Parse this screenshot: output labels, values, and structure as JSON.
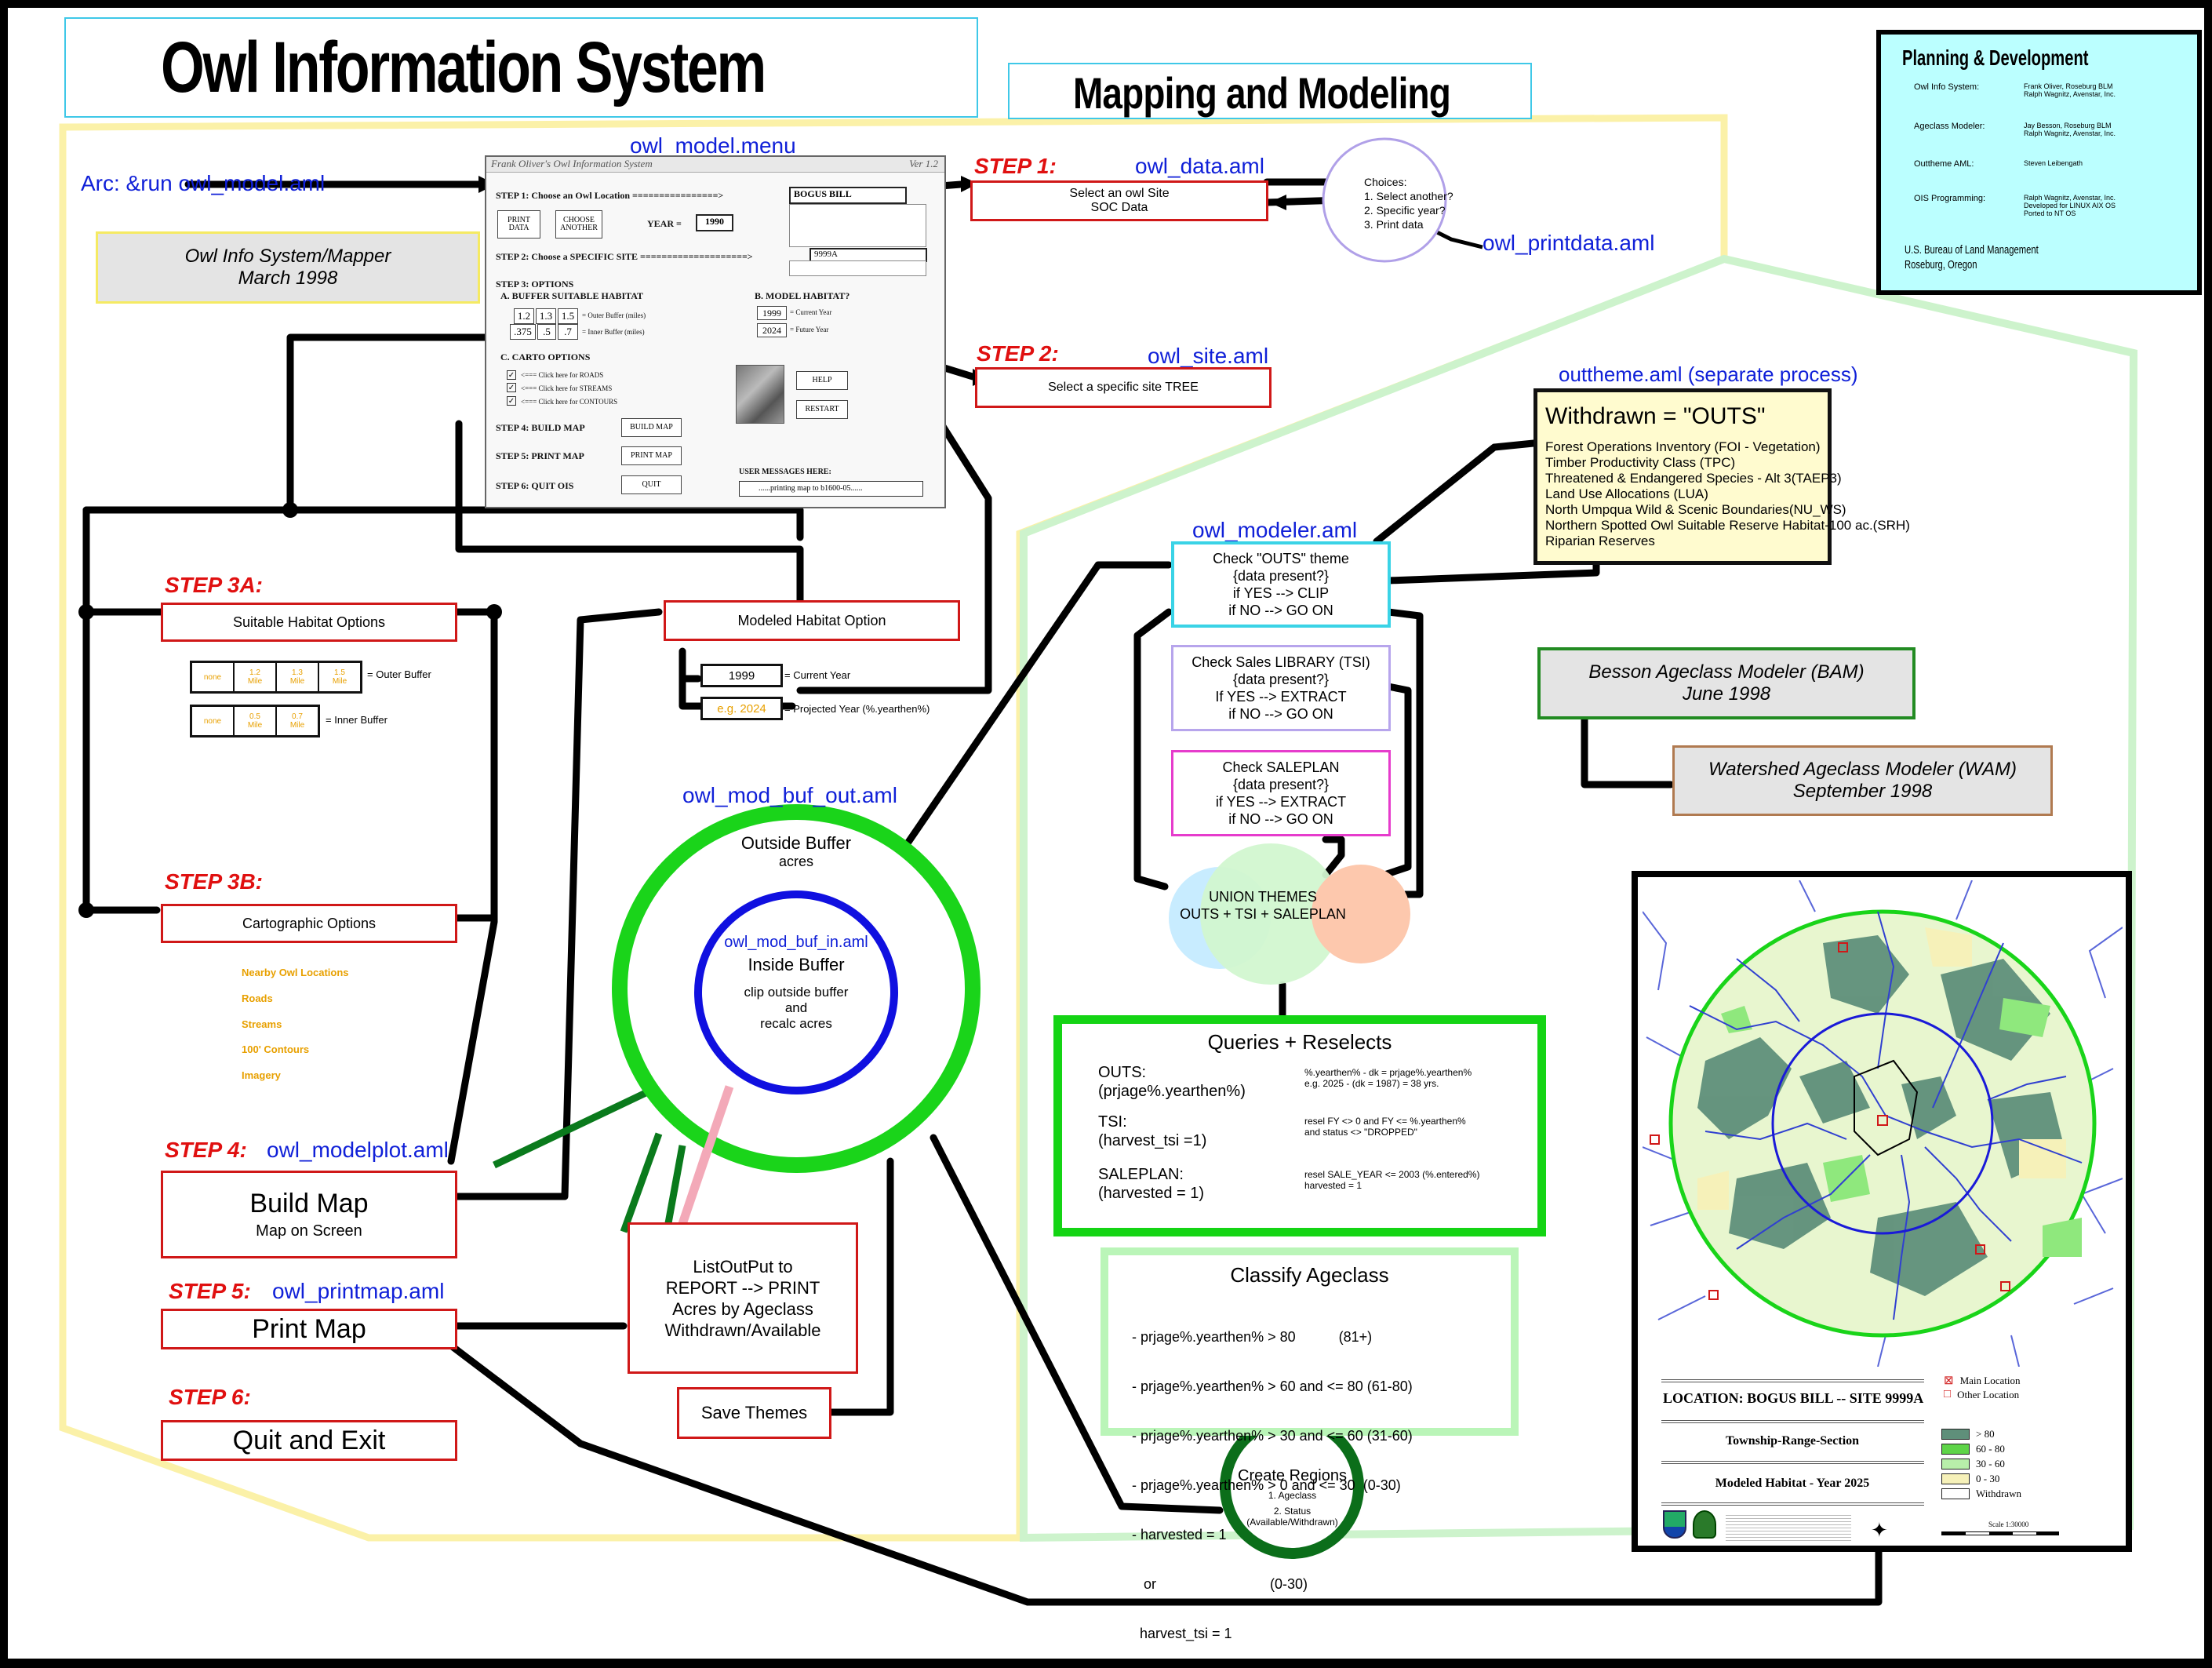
{
  "titles": {
    "main": "Owl Information System",
    "sub": "Mapping and Modeling"
  },
  "planning": {
    "title": "Planning & Development",
    "rows": [
      {
        "role": "Owl Info System:",
        "people": "Frank Oliver, Roseburg BLM\nRalph Wagnitz, Avenstar, Inc."
      },
      {
        "role": "Ageclass Modeler:",
        "people": "Jay Besson, Roseburg BLM\nRalph Wagnitz, Avenstar, Inc."
      },
      {
        "role": "Outtheme AML:",
        "people": "Steven Leibengath"
      },
      {
        "role": "OIS Programming:",
        "people": "Ralph Wagnitz, Avenstar, Inc.\nDeveloped for LINUX AIX OS\nPorted to NT OS"
      }
    ],
    "agency": "U.S. Bureau of Land Management\nRoseburg, Oregon"
  },
  "left": {
    "arc_run": "Arc: &run owl_model.aml",
    "mapper_title": "Owl Info System/Mapper",
    "mapper_date": "March 1998",
    "suitable_habitat": "Suitable Habitat Options",
    "outer_opts": [
      "none",
      "1.2\nMile",
      "1.3\nMile",
      "1.5\nMile"
    ],
    "outer_buffer": "= Outer Buffer",
    "inner_opts": [
      "none",
      "0.5\nMile",
      "0.7\nMile"
    ],
    "inner_buffer": "= Inner Buffer",
    "modeled_habitat": "Modeled Habitat Option",
    "current_year": "1999",
    "current_year_label": "= Current Year",
    "projected_year": "e.g. 2024",
    "projected_year_label": "= Projected Year (%.yearthen%)",
    "cartographic": "Cartographic Options",
    "carto_list": [
      "Nearby Owl Locations",
      "Roads",
      "Streams",
      "100' Contours",
      "Imagery"
    ],
    "build_map": "Build Map",
    "map_on_screen": "Map on Screen",
    "print_map": "Print Map",
    "quit_exit": "Quit and Exit"
  },
  "steps": {
    "s1": "STEP 1:",
    "s1_file": "owl_data.aml",
    "s2": "STEP 2:",
    "s2_file": "owl_site.aml",
    "s3a": "STEP 3A:",
    "s3b": "STEP 3B:",
    "s4": "STEP 4:",
    "s4_file": "owl_modelplot.aml",
    "s5": "STEP 5:",
    "s5_file": "owl_printmap.aml",
    "s6": "STEP 6:"
  },
  "menu": {
    "label": "owl_model.menu",
    "title": "Frank Oliver's Owl Information System",
    "version": "Ver 1.2",
    "step1": "STEP 1: Choose an Owl Location ================>",
    "location": "BOGUS BILL",
    "print_data": "PRINT DATA",
    "choose_another": "CHOOSE ANOTHER",
    "year_label": "YEAR =",
    "year": "1990",
    "step2": "STEP 2: Choose a SPECIFIC SITE ====================>",
    "site": "9999A",
    "step3": "STEP 3: OPTIONS",
    "buffer_habitat": "A. BUFFER SUITABLE HABITAT",
    "model_habitat": "B. MODEL HABITAT?",
    "outer": [
      "1.2",
      "1.3",
      "1.5"
    ],
    "outer_label": "= Outer Buffer (miles)",
    "inner": [
      ".375",
      ".5",
      ".7"
    ],
    "inner_label": "= Inner Buffer (miles)",
    "current_year": "1999",
    "current_year_label": "= Current Year",
    "future_year": "2024",
    "future_year_label": "= Future Year",
    "carto_options": "C. CARTO OPTIONS",
    "roads": "<=== Click here for ROADS",
    "streams": "<=== Click here for STREAMS",
    "contours": "<=== Click here for CONTOURS",
    "help": "HELP",
    "restart": "RESTART",
    "step4": "STEP 4: BUILD MAP",
    "build_map": "BUILD MAP",
    "step5": "STEP 5: PRINT MAP",
    "print_map": "PRINT MAP",
    "step6": "STEP 6: QUIT OIS",
    "quit": "QUIT",
    "user_messages": "USER MESSAGES HERE:",
    "message": "......printing map to b1600-05......"
  },
  "step1": {
    "line1": "Select an owl Site",
    "line2": "SOC Data"
  },
  "choices": {
    "title": "Choices:",
    "items": [
      "1. Select another?",
      "2. Specific year?",
      "3. Print data"
    ],
    "file": "owl_printdata.aml"
  },
  "step2": {
    "text": "Select a specific site TREE"
  },
  "outs": {
    "file": "outtheme.aml (separate process)",
    "title": "Withdrawn = \"OUTS\"",
    "items": [
      "Forest Operations Inventory (FOI - Vegetation)",
      "Timber Productivity Class (TPC)",
      "Threatened & Endangered Species - Alt 3(TAEP3)",
      "Land Use Allocations (LUA)",
      "North Umpqua Wild & Scenic Boundaries(NU_WS)",
      "Northern Spotted Owl Suitable Reserve Habitat-100 ac.(SRH)",
      "Riparian Reserves"
    ]
  },
  "modeler": {
    "file": "owl_modeler.aml",
    "outs": [
      "Check  \"OUTS\" theme",
      "{data present?}",
      "if YES --> CLIP",
      "if NO --> GO ON"
    ],
    "sales": [
      "Check Sales LIBRARY (TSI)",
      "{data present?}",
      "If YES --> EXTRACT",
      "if NO --> GO ON"
    ],
    "saleplan": [
      "Check SALEPLAN",
      "{data present?}",
      "if YES --> EXTRACT",
      "if NO --> GO ON"
    ],
    "union": [
      "UNION THEMES",
      "OUTS + TSI + SALEPLAN"
    ]
  },
  "queries": {
    "title": "Queries + Reselects",
    "rows": [
      {
        "label": "OUTS:\n(prjage%.yearthen%)",
        "detail": "%.yearthen% - dk = prjage%.yearthen%\ne.g. 2025 - (dk = 1987) = 38 yrs."
      },
      {
        "label": "TSI:\n(harvest_tsi =1)",
        "detail": "resel FY <> 0  and FY <= %.yearthen%\nand status <> \"DROPPED\""
      },
      {
        "label": "SALEPLAN:\n(harvested = 1)",
        "detail": "resel SALE_YEAR <= 2003 (%.entered%)\nharvested = 1"
      }
    ]
  },
  "classify": {
    "title": "Classify Ageclass",
    "lines": [
      "- prjage%.yearthen% > 80           (81+)",
      "- prjage%.yearthen% > 60 and <= 80 (61-80)",
      "- prjage%.yearthen% > 30 and <= 60 (31-60)",
      "- prjage%.yearthen% > 0 and <= 30  (0-30)",
      "- harvested = 1",
      "   or                             (0-30)",
      "  harvest_tsi = 1"
    ]
  },
  "regions": {
    "title": "Create Regions",
    "items": [
      "1. Ageclass",
      "2. Status\n(Available/Withdrawn)"
    ]
  },
  "buffer": {
    "out_file": "owl_mod_buf_out.aml",
    "outside": "Outside Buffer",
    "acres": "acres",
    "in_file": "owl_mod_buf_in.aml",
    "inside": "Inside Buffer",
    "lines": [
      "clip outside buffer",
      "and",
      "recalc acres"
    ]
  },
  "listout": [
    "ListOutPut to",
    "REPORT --> PRINT",
    "Acres by Ageclass",
    "Withdrawn/Available"
  ],
  "save_themes": "Save Themes",
  "bam": {
    "title": "Besson Ageclass Modeler (BAM)",
    "date": "June 1998"
  },
  "wam": {
    "title": "Watershed Ageclass Modeler (WAM)",
    "date": "September 1998"
  },
  "map": {
    "location": "LOCATION:  BOGUS BILL -- SITE 9999A",
    "trs": "Township-Range-Section",
    "modeled": "Modeled Habitat - Year 2025",
    "legend_main": "Main Location",
    "legend_other": "Other Location",
    "classes": [
      "> 80",
      "60 - 80",
      "30 - 60",
      "0 - 30",
      "Withdrawn"
    ],
    "scale": "Scale 1:30000"
  },
  "colors": {
    "step_red": "#e01010",
    "file_blue": "#1020d8",
    "buffer_green": "#1ad41a",
    "planning_cyan": "#bbffff"
  }
}
